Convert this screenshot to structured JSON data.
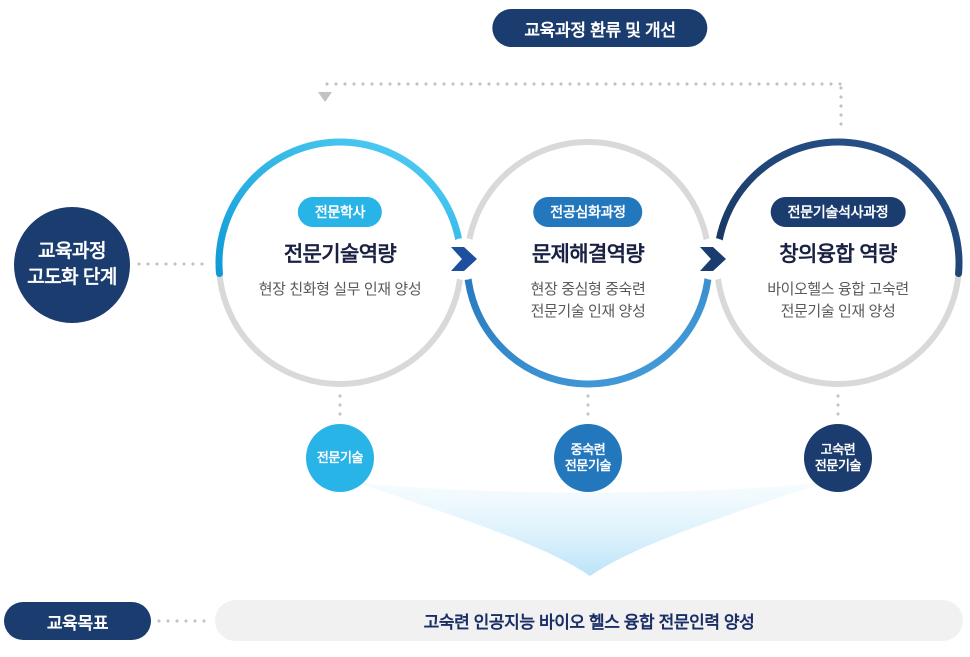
{
  "colors": {
    "navy": "#1b3c6e",
    "cyan": "#29b4e8",
    "cyan-deep": "#0f9ad6",
    "cyan-light": "#55d1f5",
    "blue": "#2277bd",
    "blue-light": "#4aa0dc",
    "arrow1": "#1d4f9e",
    "arrow2": "#1b3c6e",
    "ring-gray": "#d9d9d9",
    "dot-gray": "#c3c3c3",
    "title-text": "#1a2142",
    "desc-text": "#5a5a5a",
    "bar-bg": "#f1f1f1",
    "bar-text": "#1b2f66",
    "funnel-top": "#e3f4fd",
    "funnel-bottom": "#b7e2f8"
  },
  "feedback_badge": "교육과정 환류 및 개선",
  "stage_label": {
    "line1": "교육과정",
    "line2": "고도화 단계"
  },
  "stages": [
    {
      "badge": "전문학사",
      "title": "전문기술역량",
      "desc_lines": [
        "현장 친화형 실무 인재 양성"
      ],
      "outcome_lines": [
        "전문기술"
      ]
    },
    {
      "badge": "전공심화과정",
      "title": "문제해결역량",
      "desc_lines": [
        "현장 중심형 중숙련",
        "전문기술 인재 양성"
      ],
      "outcome_lines": [
        "중숙련",
        "전문기술"
      ]
    },
    {
      "badge": "전문기술석사과정",
      "title": "창의융합 역량",
      "desc_lines": [
        "바이오헬스 융합 고숙련",
        "전문기술 인재 양성"
      ],
      "outcome_lines": [
        "고숙련",
        "전문기술"
      ]
    }
  ],
  "goal": {
    "badge": "교육목표",
    "text": "고숙련 인공지능 바이오 헬스 융합 전문인력 양성"
  }
}
